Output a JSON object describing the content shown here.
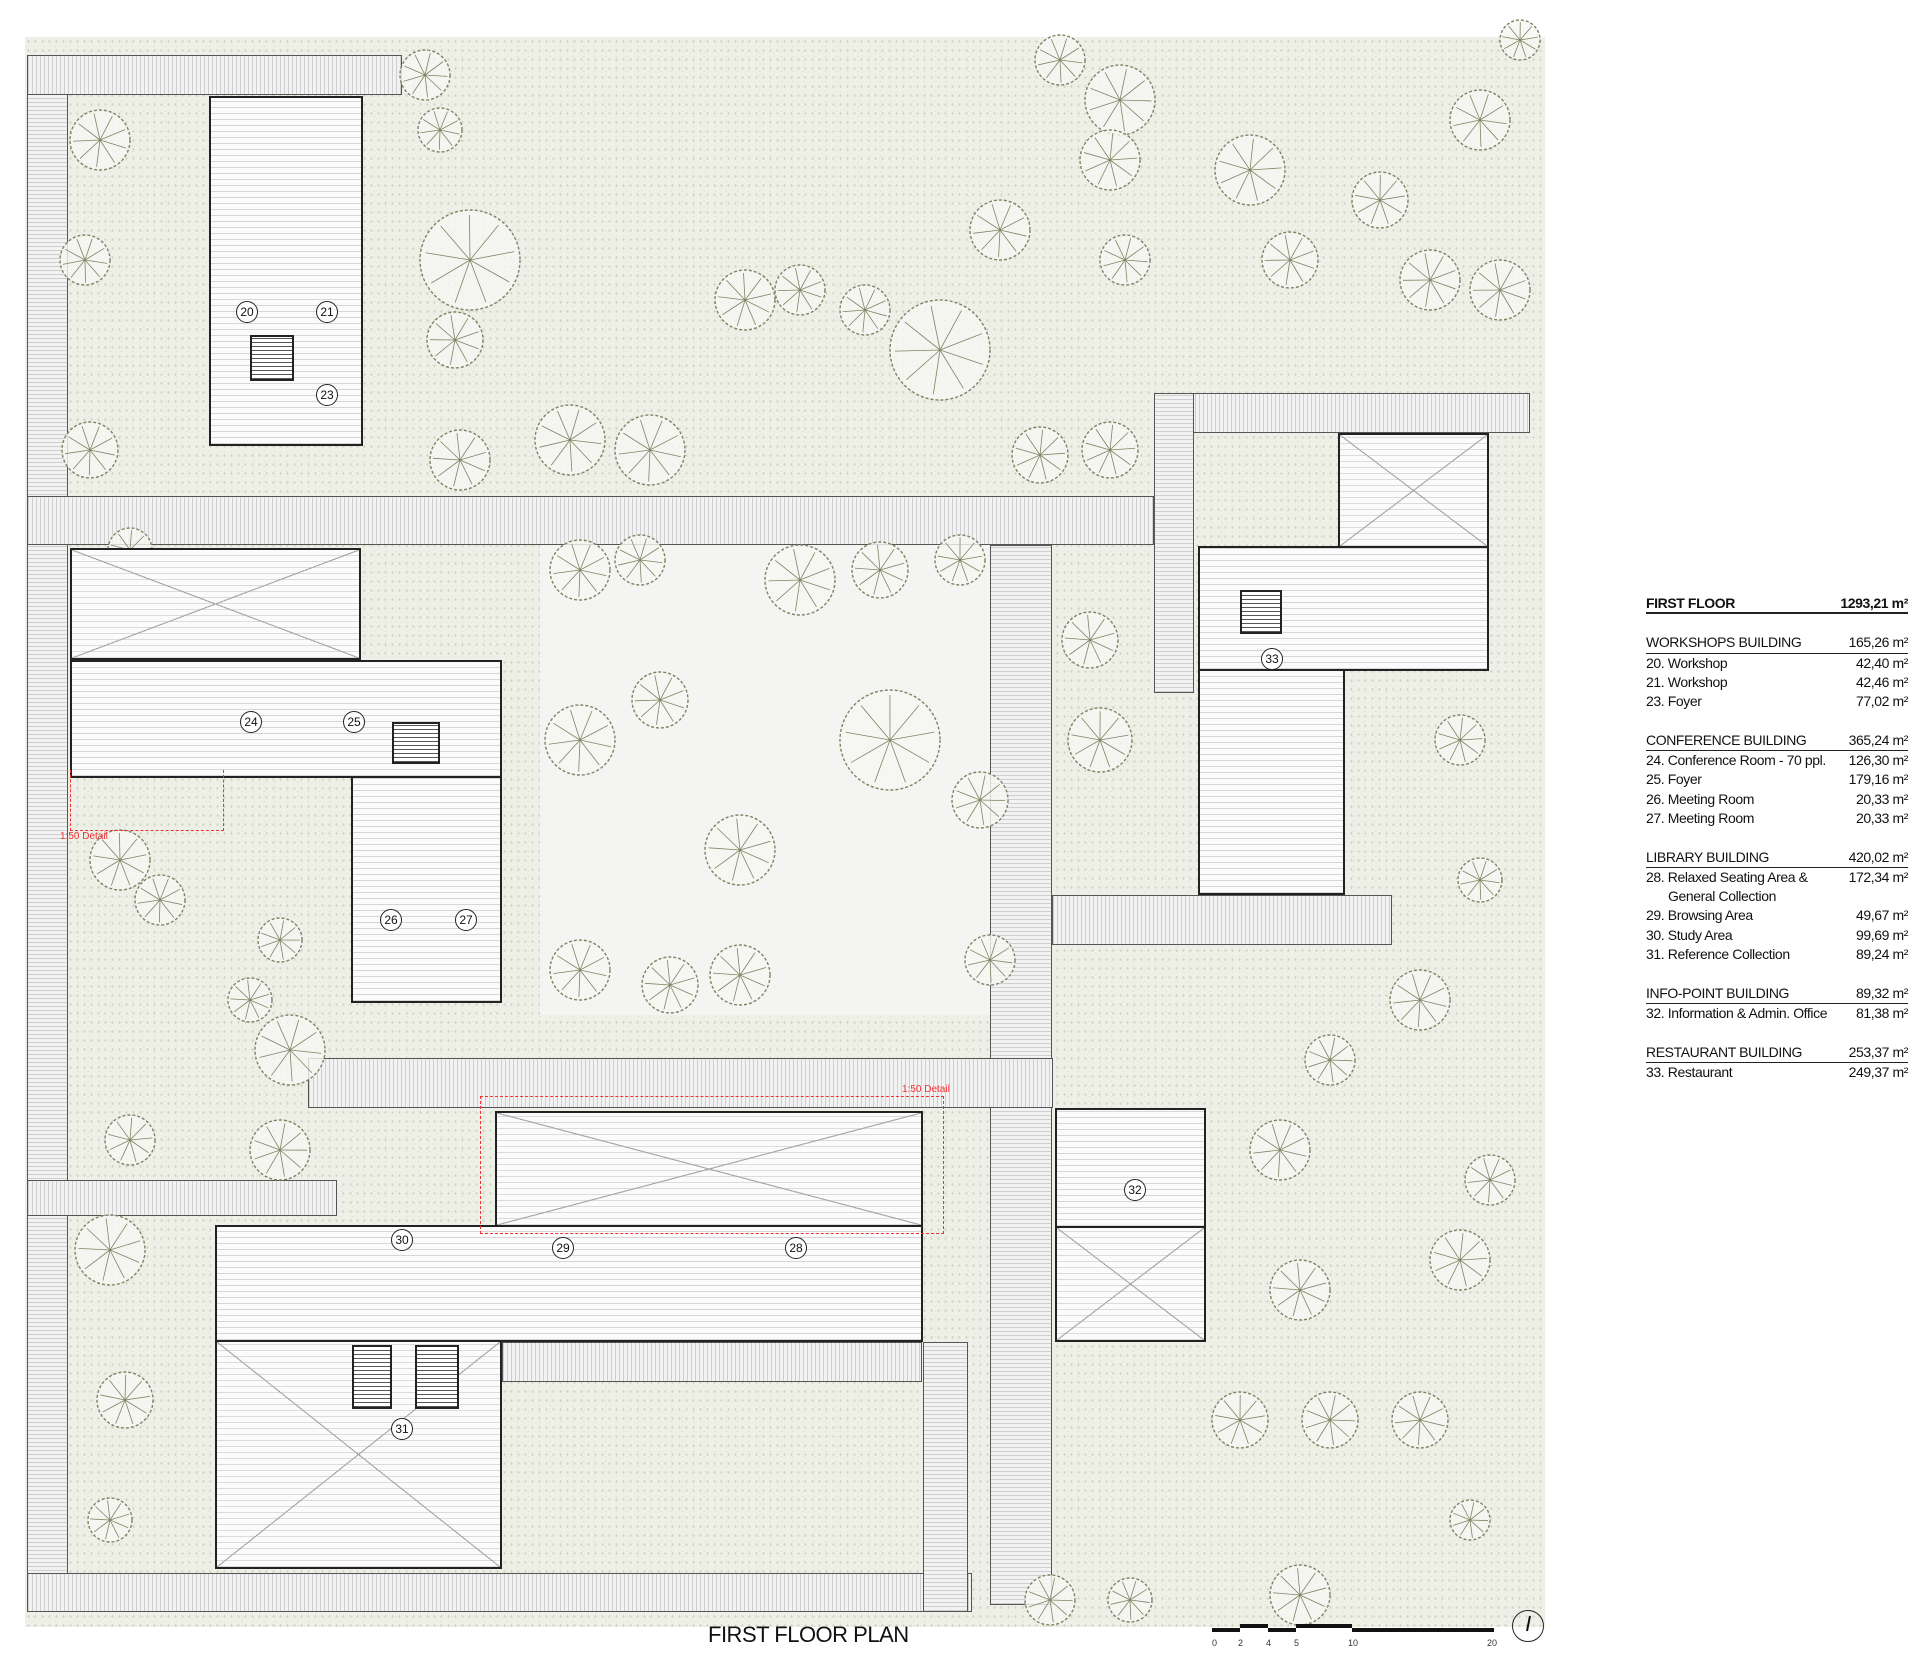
{
  "plan": {
    "title": "FIRST FLOOR PLAN",
    "detail_label": "1:50 Detail",
    "scale_ticks": [
      "0",
      "2",
      "4",
      "5",
      "10",
      "20"
    ],
    "room_numbers": [
      "20",
      "21",
      "23",
      "24",
      "25",
      "26",
      "27",
      "28",
      "29",
      "30",
      "31",
      "32",
      "33"
    ],
    "colors": {
      "tree": "#7d8463",
      "detail": "#e33333",
      "ground": "#eef0e8"
    }
  },
  "legend": {
    "total": {
      "label": "FIRST FLOOR",
      "area": "1293,21 m²"
    },
    "buildings": [
      {
        "name": "WORKSHOPS BUILDING",
        "area": "165,26 m²",
        "rooms": [
          {
            "label": "20. Workshop",
            "area": "42,40 m²"
          },
          {
            "label": "21. Workshop",
            "area": "42,46 m²"
          },
          {
            "label": "23. Foyer",
            "area": "77,02 m²"
          }
        ]
      },
      {
        "name": "CONFERENCE BUILDING",
        "area": "365,24 m²",
        "rooms": [
          {
            "label": "24. Conference Room - 70 ppl.",
            "area": "126,30 m²"
          },
          {
            "label": "25. Foyer",
            "area": "179,16 m²"
          },
          {
            "label": "26. Meeting Room",
            "area": "20,33 m²"
          },
          {
            "label": "27. Meeting Room",
            "area": "20,33 m²"
          }
        ]
      },
      {
        "name": "LIBRARY BUILDING",
        "area": "420,02 m²",
        "rooms": [
          {
            "label": "28. Relaxed Seating Area &",
            "label2": "General Collection",
            "area": "172,34 m²"
          },
          {
            "label": "29. Browsing Area",
            "area": "49,67 m²"
          },
          {
            "label": "30. Study Area",
            "area": "99,69 m²"
          },
          {
            "label": "31. Reference Collection",
            "area": "89,24 m²"
          }
        ]
      },
      {
        "name": "INFO-POINT BUILDING",
        "area": "89,32 m²",
        "rooms": [
          {
            "label": "32. Information & Admin. Office",
            "area": "81,38 m²"
          }
        ]
      },
      {
        "name": "RESTAURANT BUILDING",
        "area": "253,37 m²",
        "rooms": [
          {
            "label": "33. Restaurant",
            "area": "249,37 m²"
          }
        ]
      }
    ]
  }
}
